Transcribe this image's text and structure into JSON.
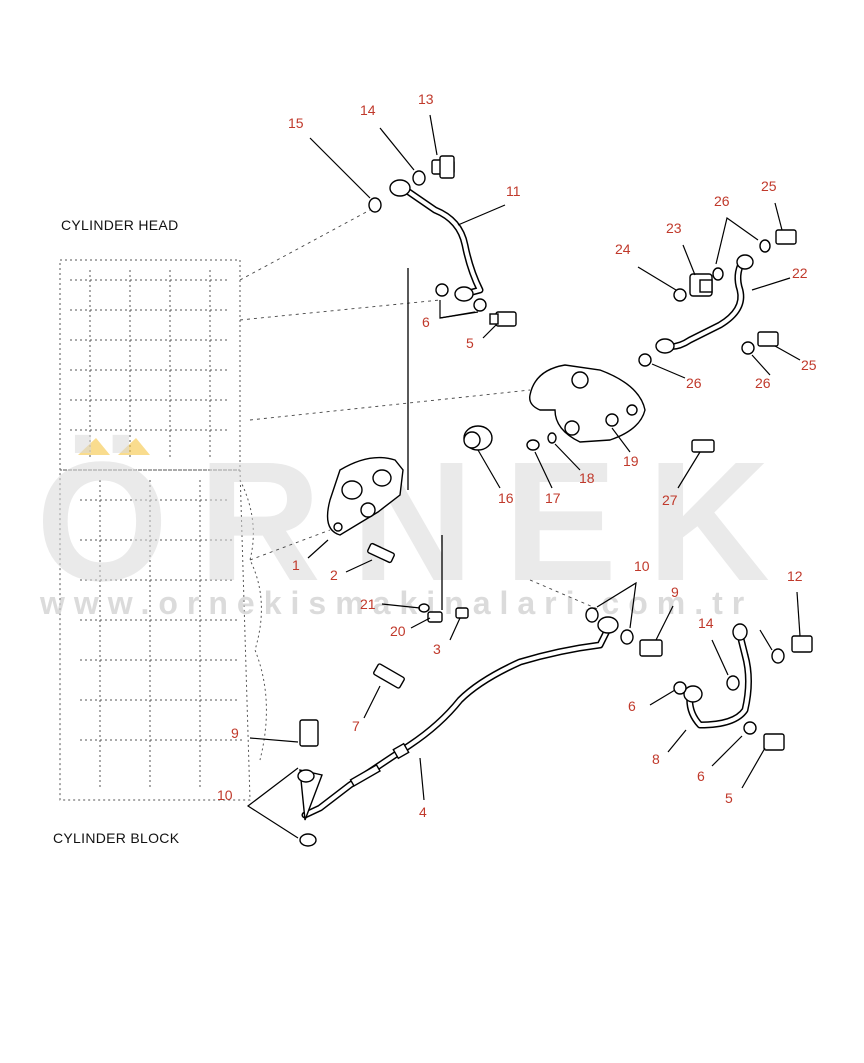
{
  "labels": {
    "cylinder_head": "CYLINDER HEAD",
    "cylinder_block": "CYLINDER BLOCK"
  },
  "watermark": {
    "brand": "ÖRNEK",
    "url": "www.ornekismakinalari.com.tr",
    "accent_color": "#f5c542"
  },
  "colors": {
    "callout": "#c0392b",
    "line": "#000000"
  },
  "callouts": {
    "c15": "15",
    "c14a": "14",
    "c13": "13",
    "c11": "11",
    "c6a": "6",
    "c5a": "5",
    "c24": "24",
    "c23": "23",
    "c26a": "26",
    "c25a": "25",
    "c22": "22",
    "c26b": "26",
    "c26c": "26",
    "c25b": "25",
    "c16": "16",
    "c17": "17",
    "c18": "18",
    "c19": "19",
    "c27": "27",
    "c1": "1",
    "c2": "2",
    "c21": "21",
    "c20": "20",
    "c3": "3",
    "c10a": "10",
    "c9a": "9",
    "c14b": "14",
    "c12": "12",
    "c7": "7",
    "c9b": "9",
    "c10b": "10",
    "c4": "4",
    "c6b": "6",
    "c8": "8",
    "c6c": "6",
    "c5b": "5"
  }
}
